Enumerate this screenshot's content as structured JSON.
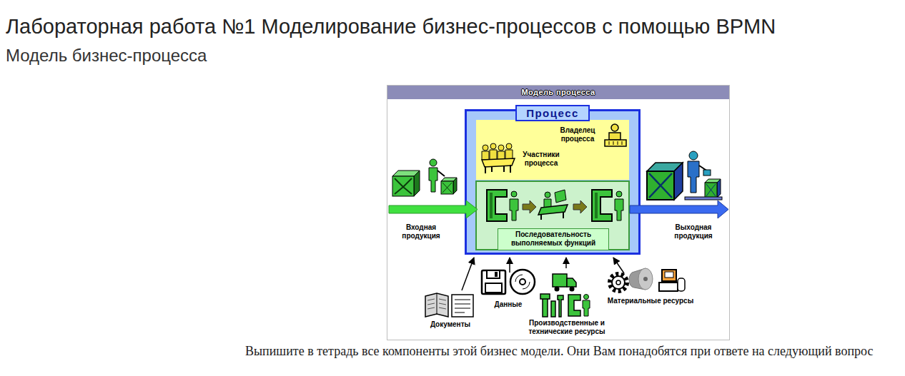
{
  "diagram": {
    "title": "Лабораторная работа №1 Моделирование бизнес-процессов с помощью BPMN",
    "caption": "Выпишите в тетрадь все компоненты этой бизнес модели. Они Вам понадобятся при ответе на следующий вопрос",
    "nodes": [
      {
        "text": [
          "Модель процесса"
        ]
      },
      {
        "text": [
          "Процесс"
        ],
        "in": 0
      },
      {
        "text": [
          "Владелец процесса",
          "Участники процесса"
        ],
        "in": 1
      },
      {
        "text": [
          "Последовательность выполняемых функций"
        ],
        "in": 1
      }
    ],
    "labels": [
      "Модель бизнес-процесса",
      "Входная продукция",
      "Выходная продукция",
      "Документы",
      "Данные",
      "Производственные и технические ресурсы",
      "Материальные ресурсы"
    ]
  }
}
